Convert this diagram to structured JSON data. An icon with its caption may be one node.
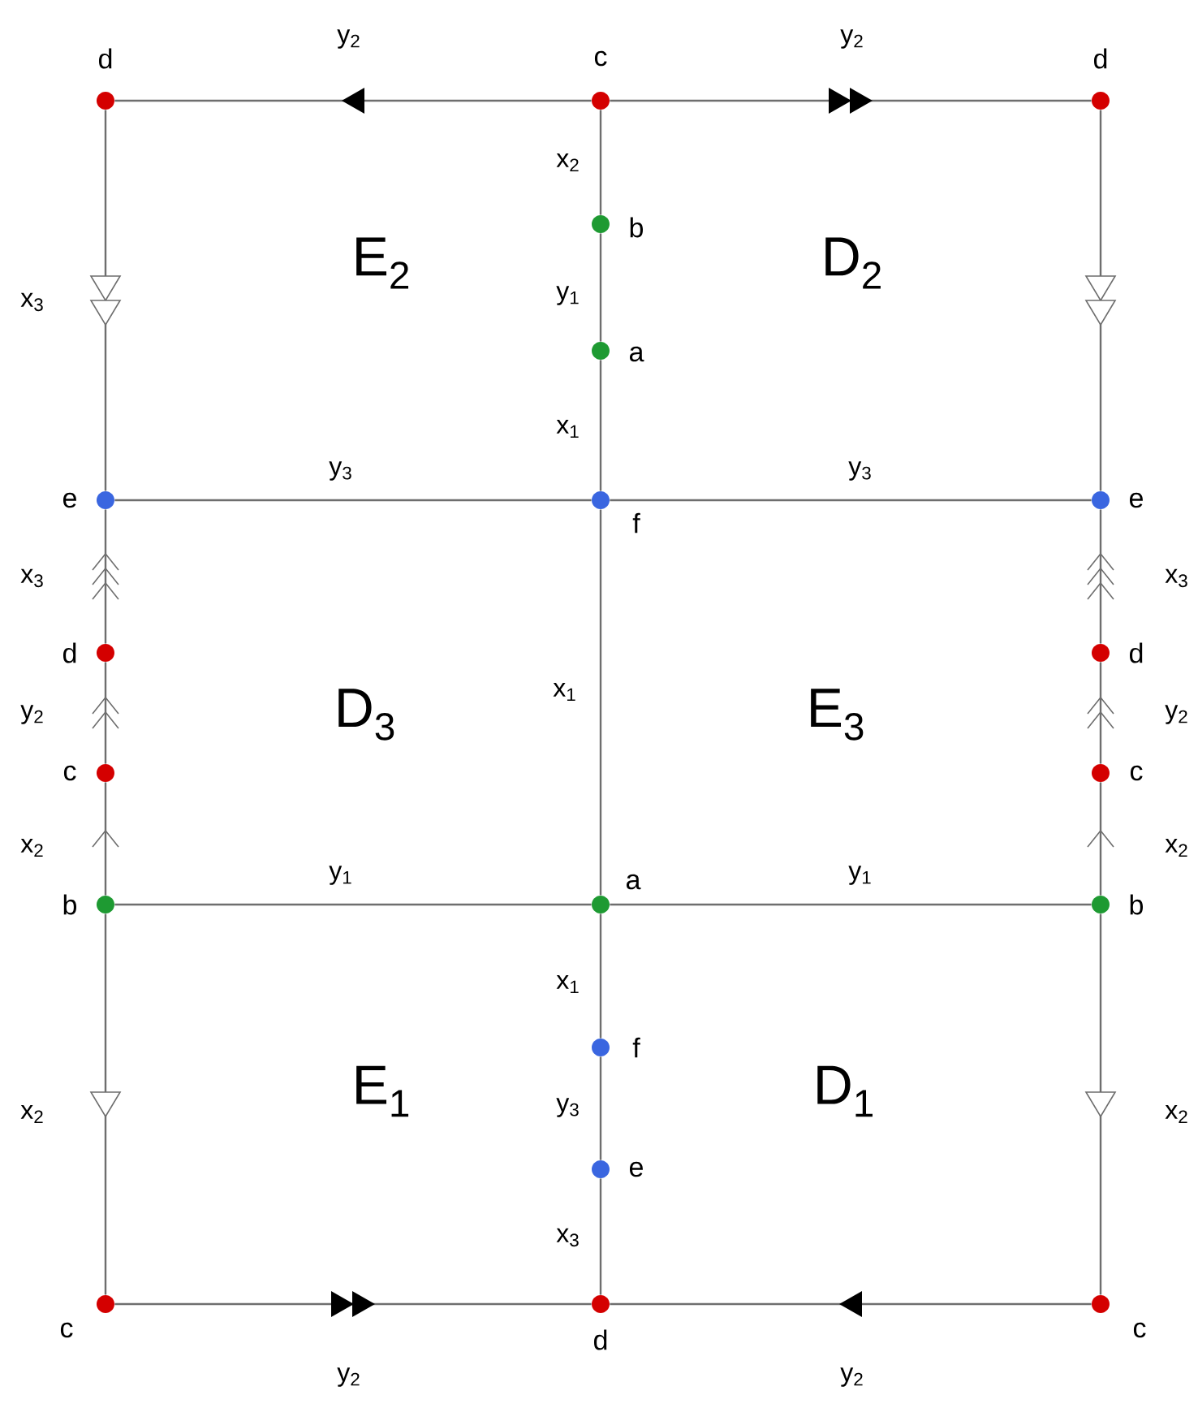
{
  "diagram": {
    "nodes": [
      {
        "text": [],
        "shape": "circle",
        "beside": [
          "d"
        ]
      },
      {
        "text": [],
        "shape": "circle",
        "beside": [
          "c"
        ]
      },
      {
        "text": [],
        "shape": "circle",
        "beside": [
          "d"
        ]
      },
      {
        "text": [],
        "shape": "circle",
        "beside": [
          "b"
        ]
      },
      {
        "text": [],
        "shape": "circle",
        "beside": [
          "a"
        ]
      },
      {
        "text": [],
        "shape": "circle",
        "beside": [
          "e"
        ]
      },
      {
        "text": [],
        "shape": "circle",
        "beside": [
          "f"
        ]
      },
      {
        "text": [],
        "shape": "circle",
        "beside": [
          "e"
        ]
      },
      {
        "text": [],
        "shape": "circle",
        "beside": [
          "d"
        ]
      },
      {
        "text": [],
        "shape": "circle",
        "beside": [
          "d"
        ]
      },
      {
        "text": [],
        "shape": "circle",
        "beside": [
          "c"
        ]
      },
      {
        "text": [],
        "shape": "circle",
        "beside": [
          "c"
        ]
      },
      {
        "text": [],
        "shape": "circle",
        "beside": [
          "b"
        ]
      },
      {
        "text": [],
        "shape": "circle",
        "beside": [
          "a"
        ]
      },
      {
        "text": [],
        "shape": "circle",
        "beside": [
          "b"
        ]
      },
      {
        "text": [],
        "shape": "circle",
        "beside": [
          "f"
        ]
      },
      {
        "text": [],
        "shape": "circle",
        "beside": [
          "e"
        ]
      },
      {
        "text": [],
        "shape": "circle",
        "beside": [
          "c"
        ]
      },
      {
        "text": [],
        "shape": "circle",
        "beside": [
          "d"
        ]
      },
      {
        "text": [],
        "shape": "circle",
        "beside": [
          "c"
        ]
      }
    ],
    "edges": [
      {
        "from": 1,
        "to": 0,
        "arrow": "to",
        "label": "y$_{2}$"
      },
      {
        "from": 1,
        "to": 2,
        "arrow": "to",
        "label": "y$_{2}$"
      },
      {
        "from": 1,
        "to": 3,
        "arrow": "none",
        "label": "x$_{2}$"
      },
      {
        "from": 3,
        "to": 4,
        "arrow": "none",
        "label": "y$_{1}$"
      },
      {
        "from": 4,
        "to": 6,
        "arrow": "none",
        "label": "x$_{1}$"
      },
      {
        "from": 0,
        "to": 5,
        "arrow": "to",
        "label": "x$_{3}$"
      },
      {
        "from": 2,
        "to": 7,
        "arrow": "to"
      },
      {
        "from": 5,
        "to": 6,
        "arrow": "none",
        "label": "y$_{3}$"
      },
      {
        "from": 6,
        "to": 7,
        "arrow": "none",
        "label": "y$_{3}$"
      },
      {
        "from": 8,
        "to": 5,
        "arrow": "to",
        "label": "x$_{3}$"
      },
      {
        "from": 9,
        "to": 7,
        "arrow": "to",
        "label": "x$_{3}$"
      },
      {
        "from": 10,
        "to": 8,
        "arrow": "to",
        "label": "y$_{2}$"
      },
      {
        "from": 11,
        "to": 9,
        "arrow": "to",
        "label": "y$_{2}$"
      },
      {
        "from": 12,
        "to": 10,
        "arrow": "to",
        "label": "x$_{2}$"
      },
      {
        "from": 14,
        "to": 11,
        "arrow": "to",
        "label": "x$_{2}$"
      },
      {
        "from": 6,
        "to": 13,
        "arrow": "none",
        "label": "x$_{1}$"
      },
      {
        "from": 12,
        "to": 13,
        "arrow": "none",
        "label": "y$_{1}$"
      },
      {
        "from": 13,
        "to": 14,
        "arrow": "none",
        "label": "y$_{1}$"
      },
      {
        "from": 12,
        "to": 17,
        "arrow": "to",
        "label": "x$_{2}$"
      },
      {
        "from": 14,
        "to": 19,
        "arrow": "to",
        "label": "x$_{2}$"
      },
      {
        "from": 13,
        "to": 15,
        "arrow": "none",
        "label": "x$_{1}$"
      },
      {
        "from": 15,
        "to": 16,
        "arrow": "none",
        "label": "y$_{3}$"
      },
      {
        "from": 16,
        "to": 18,
        "arrow": "none",
        "label": "x$_{3}$"
      },
      {
        "from": 17,
        "to": 18,
        "arrow": "to",
        "label": "y$_{2}$"
      },
      {
        "from": 19,
        "to": 18,
        "arrow": "to",
        "label": "y$_{2}$"
      }
    ],
    "labels": [
      "E$_{2}$",
      "D$_{2}$",
      "D$_{3}$",
      "E$_{3}$",
      "E$_{1}$",
      "D$_{1}$"
    ]
  }
}
